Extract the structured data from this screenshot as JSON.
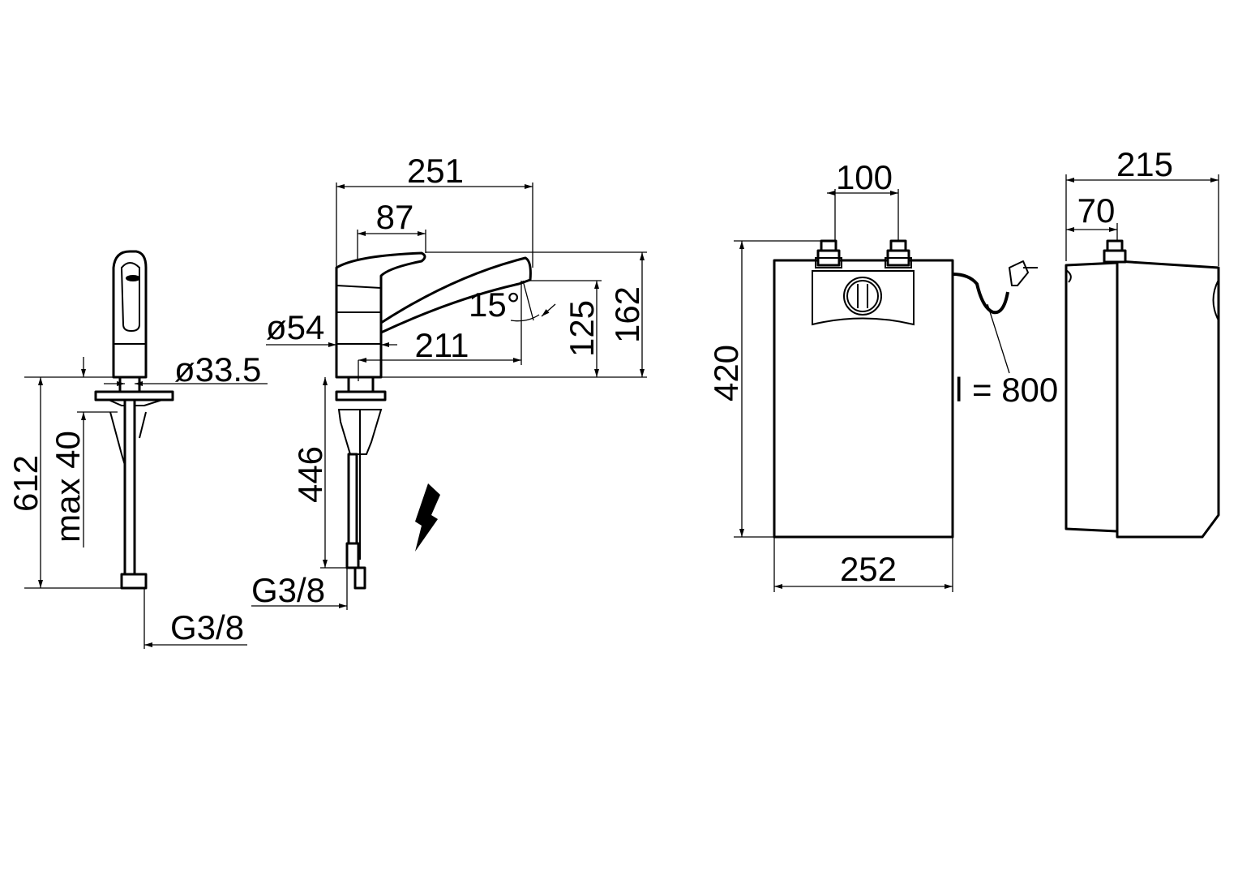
{
  "drawing": {
    "faucet_front": {
      "height_total": "612",
      "counter_thickness": "max 40",
      "shank_diameter": "ø33.5",
      "connection": "G3/8"
    },
    "faucet_side": {
      "length_total": "251",
      "handle_length": "87",
      "height_total": "162",
      "spout_height": "125",
      "body_diameter": "ø54",
      "spout_reach": "211",
      "spout_angle": "15°",
      "hose_length": "446",
      "connection": "G3/8",
      "electric_symbol": "lightning-icon"
    },
    "heater_front": {
      "connector_spacing": "100",
      "height": "420",
      "width": "252",
      "cable_length": "l = 800"
    },
    "heater_side": {
      "depth": "215",
      "connector_offset": "70"
    }
  }
}
